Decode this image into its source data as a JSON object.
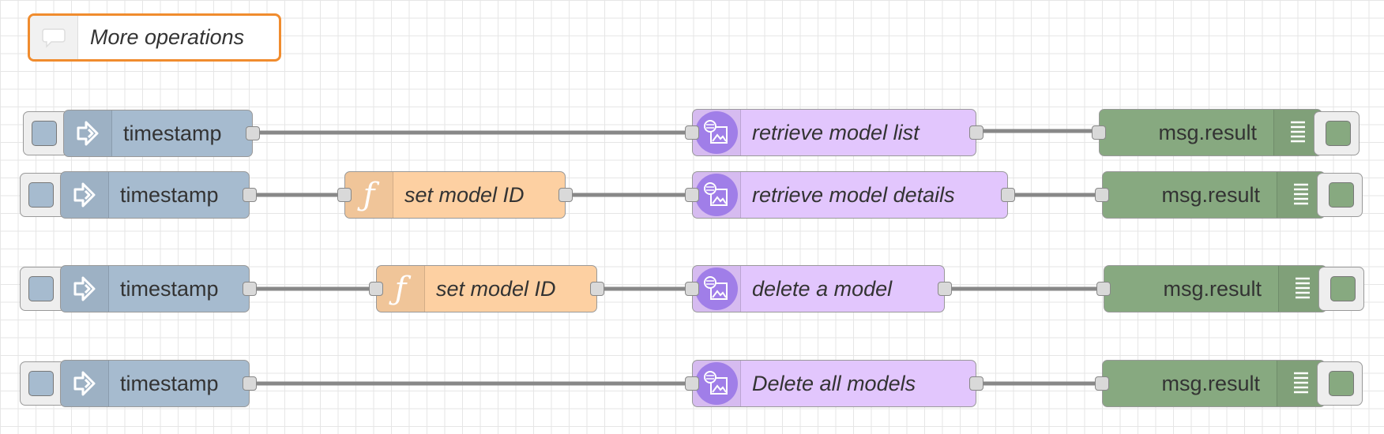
{
  "comment": {
    "label": "More operations",
    "icon": "speech-bubble-icon"
  },
  "flows": [
    {
      "inject": {
        "label": "timestamp",
        "icon": "arrow-in-icon"
      },
      "service": {
        "label": "retrieve model list",
        "icon": "image-classify-icon"
      },
      "debug": {
        "label": "msg.result",
        "icon": "list-lines-icon"
      }
    },
    {
      "inject": {
        "label": "timestamp",
        "icon": "arrow-in-icon"
      },
      "function": {
        "label": "set model ID",
        "icon": "function-icon",
        "glyph": "ƒ"
      },
      "service": {
        "label": "retrieve model details",
        "icon": "image-classify-icon"
      },
      "debug": {
        "label": "msg.result",
        "icon": "list-lines-icon"
      }
    },
    {
      "inject": {
        "label": "timestamp",
        "icon": "arrow-in-icon"
      },
      "function": {
        "label": "set model ID",
        "icon": "function-icon",
        "glyph": "ƒ"
      },
      "service": {
        "label": "delete a model",
        "icon": "image-classify-icon"
      },
      "debug": {
        "label": "msg.result",
        "icon": "list-lines-icon"
      }
    },
    {
      "inject": {
        "label": "timestamp",
        "icon": "arrow-in-icon"
      },
      "service": {
        "label": "Delete all models",
        "icon": "image-classify-icon"
      },
      "debug": {
        "label": "msg.result",
        "icon": "list-lines-icon"
      }
    }
  ],
  "colors": {
    "inject": "#a6bbcf",
    "function": "#fdd0a2",
    "service": "#e2c6fd",
    "debug": "#87a980",
    "comment_border": "#f08c2e",
    "wire": "#888888"
  }
}
